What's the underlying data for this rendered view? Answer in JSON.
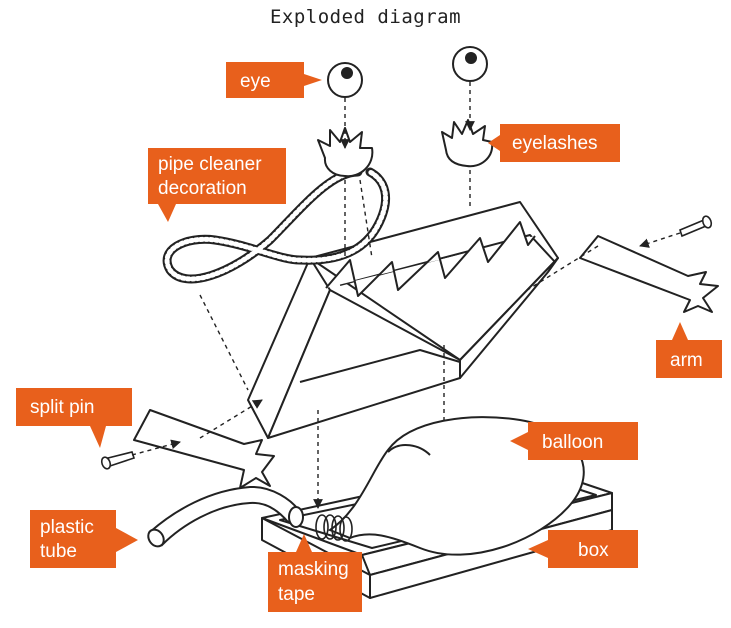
{
  "title": "Exploded diagram",
  "accent_color": "#e8601c",
  "labels": {
    "eye": "eye",
    "eyelashes": "eyelashes",
    "pipe_cleaner_1": "pipe cleaner",
    "pipe_cleaner_2": "decoration",
    "arm": "arm",
    "split_pin": "split pin",
    "balloon": "balloon",
    "plastic_tube_1": "plastic",
    "plastic_tube_2": "tube",
    "box": "box",
    "masking_tape_1": "masking",
    "masking_tape_2": "tape"
  }
}
